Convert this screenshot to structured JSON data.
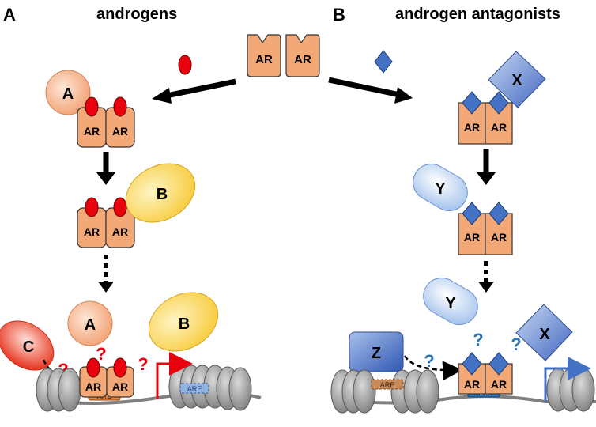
{
  "panels": {
    "a": {
      "letter": "A",
      "title": "androgens"
    },
    "b": {
      "letter": "B",
      "title": "androgen antagonists"
    }
  },
  "receptor": "AR",
  "cofactors": {
    "a": "A",
    "b": "B",
    "c": "C",
    "x": "X",
    "y": "Y",
    "z": "Z"
  },
  "question": "?",
  "response_element": "ARE",
  "colors": {
    "receptor": "#f2a877",
    "androgen": "#e8000d",
    "antagonist": "#4472c4",
    "cofactor_a": "#f6b990",
    "cofactor_b": "#ffd966",
    "cofactor_c": "#f0503c",
    "cofactor_x": "#5b7fcf",
    "cofactor_y": "#bcd4f3",
    "cofactor_z": "#4a6fc4",
    "question_red": "#e8000d",
    "question_blue": "#2e75b6",
    "nucleosome": "#a6a6a6"
  }
}
